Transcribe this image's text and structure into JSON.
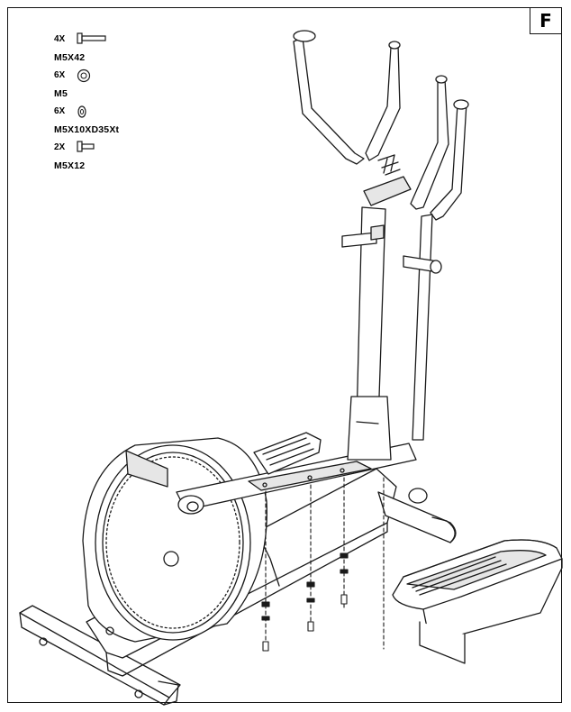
{
  "step_label": "F",
  "parts": [
    {
      "qty": "4X",
      "spec": "M5X42",
      "icon": "bolt-icon"
    },
    {
      "qty": "6X",
      "spec": "M5",
      "icon": "nut-icon"
    },
    {
      "qty": "6X",
      "spec": "M5X10XD35Xt",
      "icon": "washer-icon"
    },
    {
      "qty": "2X",
      "spec": "M5X12",
      "icon": "short-bolt-icon"
    }
  ],
  "colors": {
    "line": "#1a1a1a",
    "shade": "#e6e6e6",
    "background": "#ffffff"
  }
}
